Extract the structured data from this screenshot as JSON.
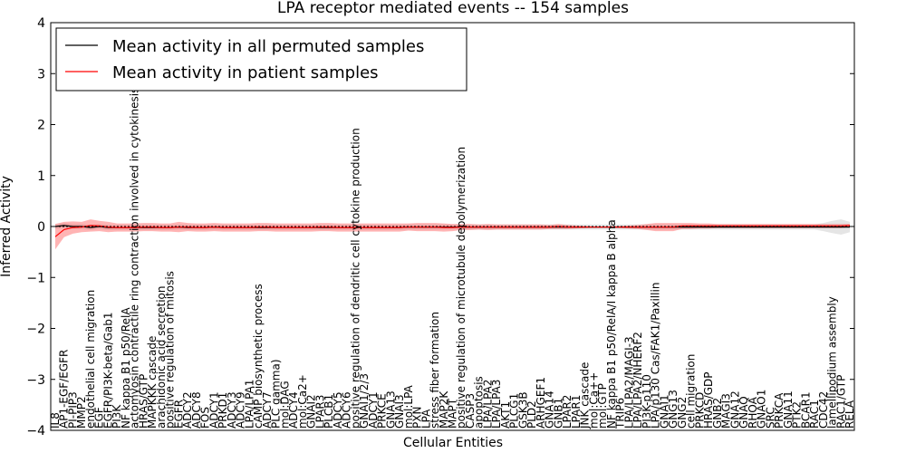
{
  "chart_data": {
    "type": "line",
    "title": "LPA receptor mediated events -- 154 samples",
    "xlabel": "Cellular Entities",
    "ylabel": "Inferred Activity",
    "ylim": [
      -4,
      4
    ],
    "yticks": [
      "−4",
      "−3",
      "−2",
      "−1",
      "0",
      "1",
      "2",
      "3",
      "4"
    ],
    "grid": false,
    "legend_placement": "top-left",
    "categories": [
      "IL8",
      "AP1-EGF/EGFR",
      "PI-PIP3",
      "MMP2",
      "endothelial cell migration",
      "EGF",
      "EGFR/PI3K-beta/Gab1",
      "PI3K",
      "NF kappa B1 p50/RelA",
      "actomyosin contractile ring contraction involved in cytokinesis",
      "HRAS/GTP",
      "MAPKKK cascade",
      "arachidonic acid secretion",
      "positive regulation of mitosis",
      "EGFR",
      "ADCY2",
      "ADCY8",
      "FOS",
      "ADCY1",
      "PRKD1",
      "ADCY3",
      "ADCY9",
      "LPA/LPA1",
      "cAMP biosynthetic process",
      "ADCY7",
      "PLC gamma)",
      "mol:DAG",
      "ADCY4",
      "mol:Ca2+",
      "GNAI2",
      "LPAR3",
      "PLCB1",
      "ADCY5",
      "ADCY6",
      "positive regulation of dendritic cell cytokine production",
      "GNAI1/2/3",
      "ADCY1",
      "PRKCE",
      "GNA13",
      "GNAI3",
      "mol:LPA",
      "PXN",
      "LPA",
      "stress fiber formation",
      "MAP2K",
      "MAPT",
      "positive regulation of microtubule depolymerization",
      "CASP3",
      "apoptosis",
      "LPA/LPA2",
      "LPA/LPA3",
      "AKT1",
      "PLCG1",
      "GSK3B",
      "PLD2",
      "ARHGEF1",
      "GNA14",
      "GNB1",
      "LPAR2",
      "LPAR1",
      "JNK cascade",
      "mol:Ca++",
      "mol:GTP",
      "NF kappa B1 p50/RelA/I kappa B alpha",
      "TRIP6",
      "LPA/LPA2/MAGI-3",
      "LPA/LPA2/NHERF2",
      "PI3K-p110",
      "LPA/p130 Cas/FAK1/Paxillin",
      "GNAI1",
      "GNG13",
      "GNG2",
      "cell migration",
      "PRKCD",
      "HRAS/GDP",
      "GNB2",
      "MAGI3",
      "GNA12",
      "GNAQ",
      "RHOA",
      "GNAO1",
      "SRC",
      "PRKCA",
      "GNA11",
      "PTK2",
      "BCAR1",
      "RAC1",
      "CDC42",
      "lamellipodium assembly",
      "RAC1/GTP",
      "RELA"
    ],
    "series": [
      {
        "name": "Mean activity in all permuted samples",
        "color": "#000000",
        "values": [
          0.0,
          0.02,
          0.0,
          0.0,
          -0.02,
          0.0,
          -0.02,
          -0.02,
          -0.02,
          -0.02,
          -0.02,
          -0.02,
          -0.02,
          -0.02,
          -0.01,
          -0.02,
          -0.02,
          -0.02,
          -0.01,
          -0.02,
          -0.02,
          -0.02,
          -0.02,
          -0.02,
          -0.02,
          -0.02,
          -0.02,
          -0.02,
          -0.02,
          -0.02,
          -0.02,
          -0.02,
          -0.02,
          -0.02,
          -0.02,
          -0.02,
          -0.02,
          -0.02,
          -0.02,
          -0.02,
          -0.01,
          -0.01,
          -0.01,
          -0.01,
          -0.01,
          -0.01,
          -0.01,
          -0.01,
          -0.01,
          -0.01,
          -0.01,
          -0.01,
          -0.01,
          -0.01,
          -0.01,
          -0.01,
          -0.01,
          -0.01,
          -0.01,
          -0.01,
          -0.01,
          -0.01,
          -0.01,
          -0.01,
          -0.01,
          -0.01,
          -0.01,
          -0.01,
          -0.01,
          -0.01,
          -0.01,
          -0.01,
          -0.01,
          -0.01,
          -0.01,
          -0.01,
          -0.01,
          -0.01,
          -0.01,
          -0.01,
          -0.01,
          -0.01,
          -0.01,
          -0.01,
          -0.01,
          -0.01,
          -0.01,
          -0.01,
          -0.01,
          -0.01,
          -0.01
        ],
        "band": [
          0.05,
          0.05,
          0.05,
          0.05,
          0.05,
          0.05,
          0.05,
          0.05,
          0.05,
          0.05,
          0.05,
          0.05,
          0.05,
          0.05,
          0.05,
          0.05,
          0.05,
          0.05,
          0.05,
          0.05,
          0.05,
          0.05,
          0.05,
          0.05,
          0.05,
          0.05,
          0.05,
          0.05,
          0.05,
          0.05,
          0.05,
          0.05,
          0.05,
          0.05,
          0.05,
          0.05,
          0.05,
          0.05,
          0.05,
          0.05,
          0.05,
          0.05,
          0.05,
          0.05,
          0.05,
          0.05,
          0.05,
          0.05,
          0.05,
          0.05,
          0.05,
          0.05,
          0.05,
          0.05,
          0.05,
          0.05,
          0.05,
          0.05,
          0.05,
          0.05,
          0.05,
          0.05,
          0.05,
          0.05,
          0.05,
          0.05,
          0.05,
          0.05,
          0.05,
          0.05,
          0.05,
          0.05,
          0.05,
          0.05,
          0.05,
          0.05,
          0.05,
          0.05,
          0.05,
          0.05,
          0.05,
          0.05,
          0.05,
          0.05,
          0.05,
          0.05,
          0.05,
          0.08,
          0.12,
          0.15,
          0.1
        ]
      },
      {
        "name": "Mean activity in patient samples",
        "color": "#ff0000",
        "values": [
          -0.2,
          -0.06,
          -0.02,
          -0.01,
          0.02,
          0.01,
          -0.01,
          -0.02,
          -0.02,
          -0.02,
          -0.01,
          -0.01,
          -0.02,
          -0.02,
          -0.01,
          -0.01,
          -0.02,
          -0.02,
          -0.01,
          -0.02,
          -0.02,
          -0.02,
          -0.02,
          -0.01,
          -0.01,
          -0.02,
          -0.02,
          -0.02,
          -0.02,
          -0.02,
          -0.01,
          -0.01,
          -0.02,
          -0.02,
          -0.02,
          -0.02,
          -0.02,
          -0.02,
          -0.02,
          -0.02,
          -0.01,
          -0.01,
          -0.01,
          -0.01,
          -0.02,
          -0.02,
          -0.01,
          -0.01,
          -0.01,
          -0.01,
          -0.01,
          -0.01,
          -0.01,
          -0.01,
          -0.01,
          -0.01,
          -0.01,
          0.0,
          -0.01,
          -0.01,
          -0.01,
          -0.01,
          -0.01,
          -0.01,
          -0.01,
          -0.01,
          -0.01,
          -0.01,
          -0.01,
          -0.01,
          -0.01,
          0.01,
          0.01,
          0.01,
          0.01,
          0.01,
          0.01,
          0.01,
          0.01,
          0.01,
          0.01,
          0.01,
          0.01,
          0.01,
          0.01,
          0.01,
          0.01,
          0.01,
          0.01,
          0.01,
          0.02
        ],
        "band": [
          0.25,
          0.15,
          0.12,
          0.1,
          0.12,
          0.1,
          0.1,
          0.08,
          0.08,
          0.08,
          0.08,
          0.08,
          0.08,
          0.08,
          0.1,
          0.08,
          0.08,
          0.08,
          0.08,
          0.08,
          0.08,
          0.08,
          0.08,
          0.08,
          0.08,
          0.08,
          0.08,
          0.08,
          0.08,
          0.08,
          0.08,
          0.08,
          0.08,
          0.08,
          0.08,
          0.08,
          0.08,
          0.08,
          0.08,
          0.08,
          0.07,
          0.08,
          0.08,
          0.08,
          0.08,
          0.07,
          0.06,
          0.06,
          0.05,
          0.06,
          0.05,
          0.05,
          0.05,
          0.05,
          0.05,
          0.05,
          0.04,
          0.05,
          0.04,
          0.03,
          0.02,
          0.01,
          0.01,
          0.01,
          0.02,
          0.03,
          0.04,
          0.06,
          0.08,
          0.08,
          0.08,
          0.06,
          0.06,
          0.05,
          0.05,
          0.04,
          0.04,
          0.04,
          0.04,
          0.04,
          0.04,
          0.04,
          0.04,
          0.04,
          0.04,
          0.04,
          0.04,
          0.04,
          0.04,
          0.04,
          0.03
        ]
      }
    ]
  }
}
